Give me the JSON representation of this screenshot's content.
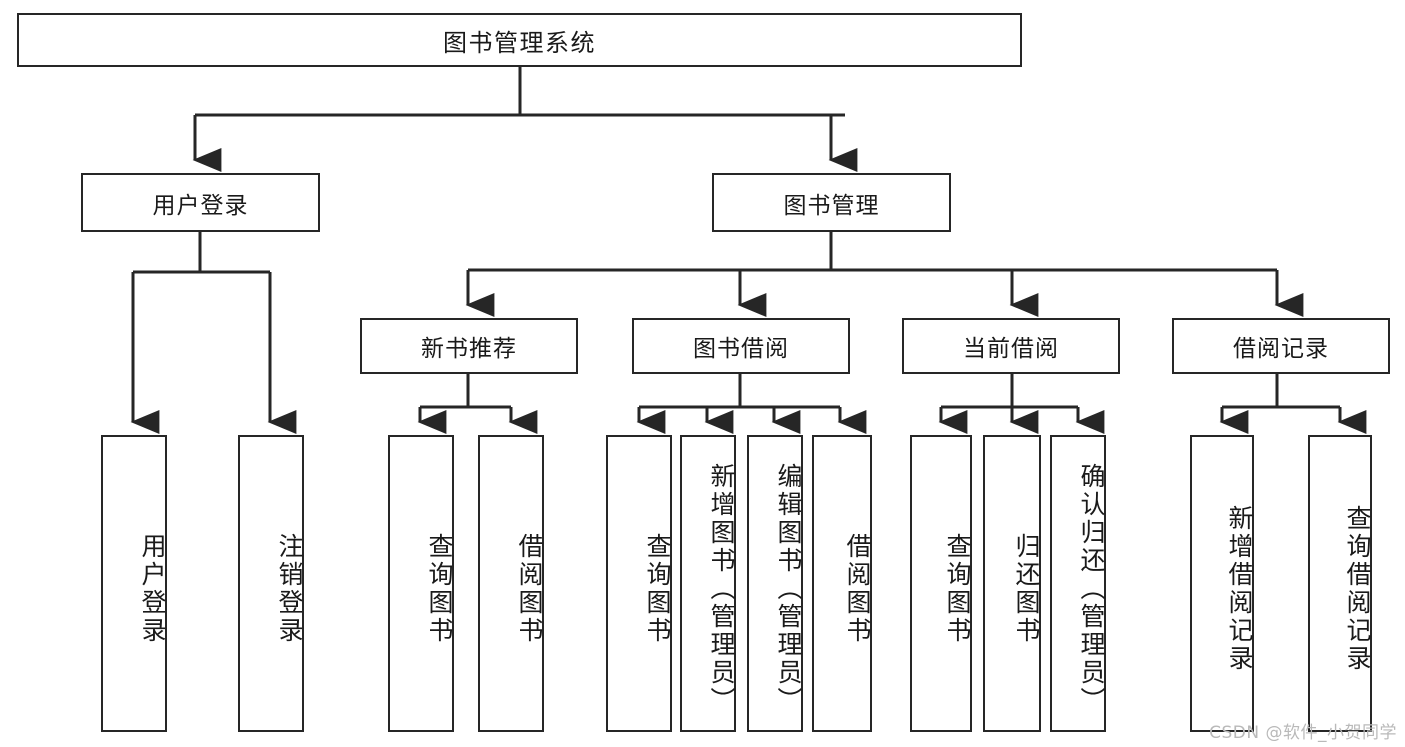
{
  "diagram": {
    "type": "tree",
    "title": "图书管理系统",
    "watermark": "CSDN @软件_小贺同学",
    "colors": {
      "stroke": "#262626",
      "fill": "#ffffff",
      "text": "#1a1a1a",
      "watermark": "#b9b9b9"
    },
    "root": {
      "label": "图书管理系统"
    },
    "level1": [
      {
        "label": "用户登录"
      },
      {
        "label": "图书管理"
      }
    ],
    "level2": [
      {
        "label": "新书推荐"
      },
      {
        "label": "图书借阅"
      },
      {
        "label": "当前借阅"
      },
      {
        "label": "借阅记录"
      }
    ],
    "leaves": {
      "user_login": [
        {
          "label": "用户登录"
        },
        {
          "label": "注销登录"
        }
      ],
      "new_book_recommend": [
        {
          "label": "查询图书"
        },
        {
          "label": "借阅图书"
        }
      ],
      "book_borrow": [
        {
          "label": "查询图书"
        },
        {
          "label": "新增图书（管理员）"
        },
        {
          "label": "编辑图书（管理员）"
        },
        {
          "label": "借阅图书"
        }
      ],
      "current_borrow": [
        {
          "label": "查询图书"
        },
        {
          "label": "归还图书"
        },
        {
          "label": "确认归还（管理员）"
        }
      ],
      "borrow_record": [
        {
          "label": "新增借阅记录"
        },
        {
          "label": "查询借阅记录"
        }
      ]
    }
  }
}
